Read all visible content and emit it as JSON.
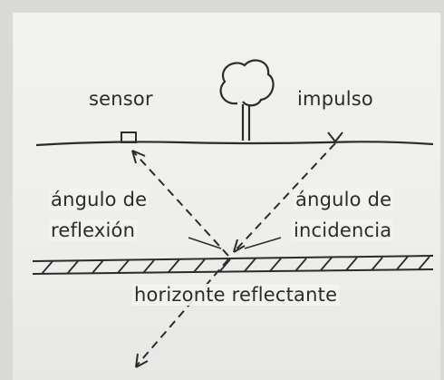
{
  "labels": {
    "sensor": "sensor",
    "impulse": "impulso",
    "reflection_line1": "ángulo de",
    "reflection_line2": "reflexión",
    "incidence_line1": "ángulo de",
    "incidence_line2": "incidencia",
    "horizon": "horizonte reflectante"
  },
  "colors": {
    "ink": "#2b2b2b",
    "paper": "#efefec",
    "background": "#d9dad6"
  },
  "icons": [
    "tree-icon",
    "sensor-box-icon"
  ]
}
